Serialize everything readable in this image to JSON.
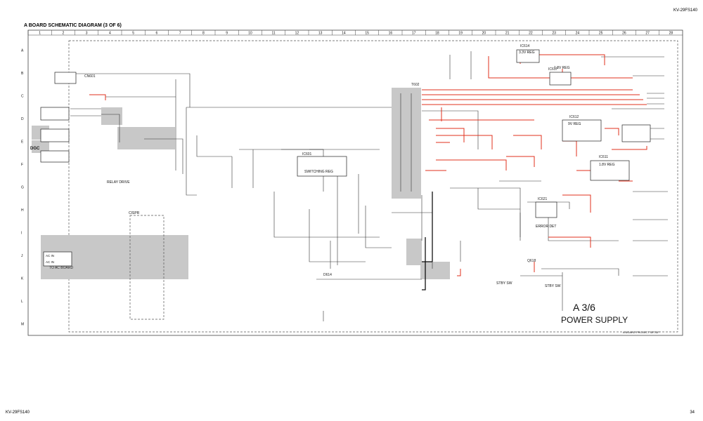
{
  "header": {
    "model_top": "KV-29FS140",
    "title": "A BOARD SCHEMATIC DIAGRAM (3 OF 6)"
  },
  "footer": {
    "model": "KV-29FS140",
    "page": "34"
  },
  "grid": {
    "columns": [
      "1",
      "2",
      "3",
      "4",
      "5",
      "6",
      "7",
      "8",
      "9",
      "10",
      "11",
      "12",
      "13",
      "14",
      "15",
      "16",
      "17",
      "18",
      "19",
      "20",
      "21",
      "22",
      "23",
      "24",
      "25",
      "26",
      "27",
      "28"
    ],
    "rows": [
      "A",
      "B",
      "C",
      "D",
      "E",
      "F",
      "G",
      "H",
      "I",
      "J",
      "K",
      "L",
      "M"
    ]
  },
  "labels": {
    "section_id": "A 3/6",
    "section_name": "POWER SUPPLY",
    "dgc": "DGC",
    "relay_drive": "RELAY DRIVE",
    "cispr": "CISPR",
    "switching_reg": "SWITCHING REG",
    "error_det": "ERROR DET",
    "stby_sw": "STBY SW",
    "reg_33": "3.3V REG",
    "reg_18a": "1.8V REG",
    "reg_9v": "9V REG",
    "reg_18b": "1.8V REG",
    "ac_in_1": "AC IN",
    "ac_in_2": "AC IN",
    "bottom_note": "A BOARD PROJECT SETUP"
  },
  "colors": {
    "wire": "#333333",
    "highlight": "#e0301e",
    "block": "#c8c8c8",
    "frame": "#444444"
  }
}
